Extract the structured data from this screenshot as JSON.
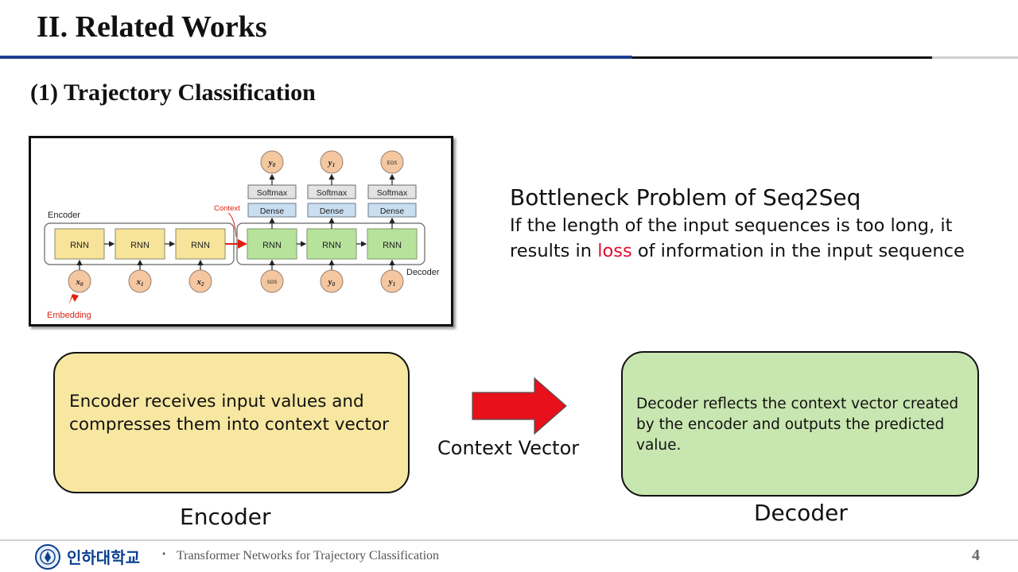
{
  "slide": {
    "title": "II. Related Works",
    "subtitle": "(1) Trajectory Classification"
  },
  "diagram": {
    "encoder_label": "Encoder",
    "decoder_label": "Decoder",
    "context_label": "Context",
    "embedding_label": "Embedding",
    "rnn_label": "RNN",
    "dense_label": "Dense",
    "softmax_label": "Softmax",
    "inputs": [
      "x",
      "x",
      "x"
    ],
    "input_subscripts": [
      "0",
      "1",
      "2"
    ],
    "decoder_inputs": [
      "SOS",
      "y",
      "y"
    ],
    "decoder_input_subscripts": [
      "",
      "0",
      "1"
    ],
    "outputs": [
      "y",
      "y",
      "EOS"
    ],
    "output_subscripts": [
      "0",
      "1",
      ""
    ]
  },
  "bottleneck": {
    "title": "Bottleneck Problem of Seq2Seq",
    "text_before": "If the length of the input sequences is too long, it results in ",
    "highlight": "loss",
    "text_after": " of information in the input sequence"
  },
  "encoder_box": {
    "text": "Encoder receives input values and compresses them into context vector",
    "label": "Encoder"
  },
  "decoder_box": {
    "text": "Decoder reflects the context vector created by the encoder and outputs the predicted value.",
    "label": "Decoder"
  },
  "context_vector_label": "Context Vector",
  "footer": {
    "university": "인하대학교",
    "bullet": "•",
    "title": "Transformer Networks for Trajectory Classification",
    "page": "4"
  },
  "colors": {
    "title_rule_blue": "#1f3f8f",
    "encoder_fill": "#f7e7a0",
    "decoder_fill": "#c8e6b0",
    "arrow_red": "#e8101a",
    "highlight_red": "#e01030",
    "university_blue": "#0b3f8f"
  }
}
